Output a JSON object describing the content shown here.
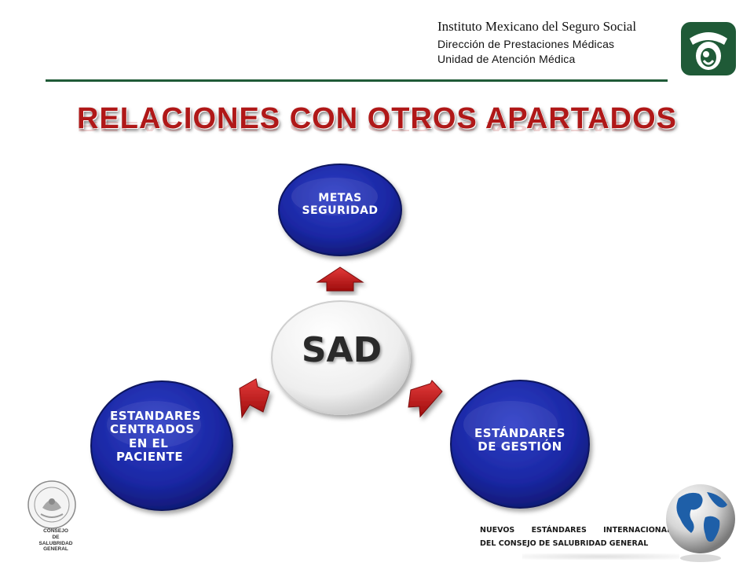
{
  "header": {
    "institution": "Instituto Mexicano del Seguro Social",
    "department": "Dirección de Prestaciones Médicas",
    "unit": "Unidad de Atención Médica"
  },
  "title": "RELACIONES CON OTROS APARTADOS",
  "diagram": {
    "center": "SAD",
    "nodes": {
      "top": "METAS SEGURIDAD",
      "bottom_right": "ESTÁNDARES DE GESTIÓN",
      "bottom_left_lines": [
        "ESTANDARES",
        "CENTRADOS",
        "EN EL",
        "PACIENTE"
      ]
    },
    "colors": {
      "node": "#1a2aa8",
      "arrow": "#c01010",
      "center": "#f2f2f2"
    }
  },
  "footer": {
    "consejo_lines": [
      "CONSEJO",
      "DE",
      "SALUBRIDAD GENERAL"
    ],
    "standards_line1": "NUEVOS ESTÁNDARES INTERNACIONALES",
    "standards_line2": "DEL CONSEJO DE SALUBRIDAD GENERAL"
  },
  "icons": [
    "imss-logo-icon",
    "mexican-seal-icon",
    "globe-icon"
  ]
}
